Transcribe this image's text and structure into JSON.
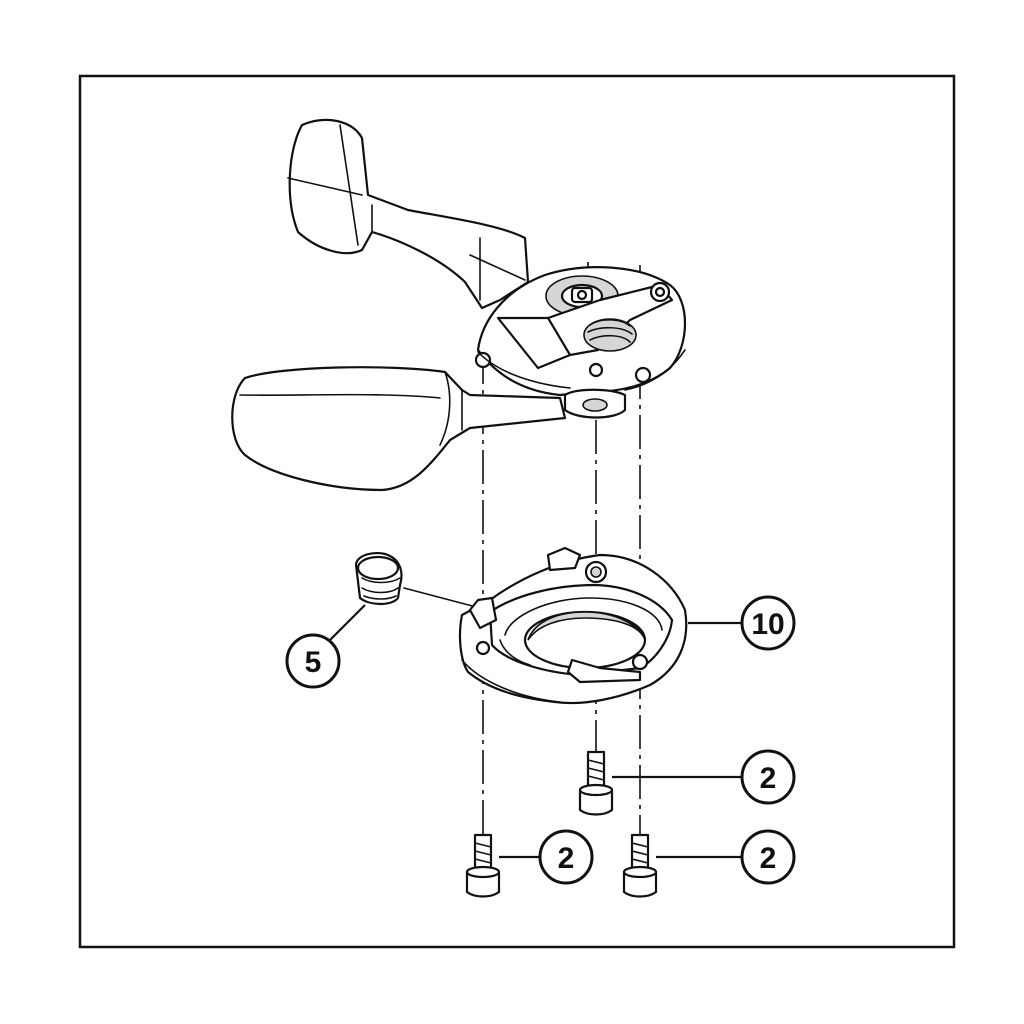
{
  "diagram": {
    "callouts": [
      {
        "id": "c5",
        "label": "5"
      },
      {
        "id": "c10",
        "label": "10"
      },
      {
        "id": "c2a",
        "label": "2"
      },
      {
        "id": "c2b",
        "label": "2"
      },
      {
        "id": "c2c",
        "label": "2"
      }
    ]
  },
  "colors": {
    "line": "#111111",
    "background": "#ffffff",
    "shade": "#d6d6d6"
  }
}
